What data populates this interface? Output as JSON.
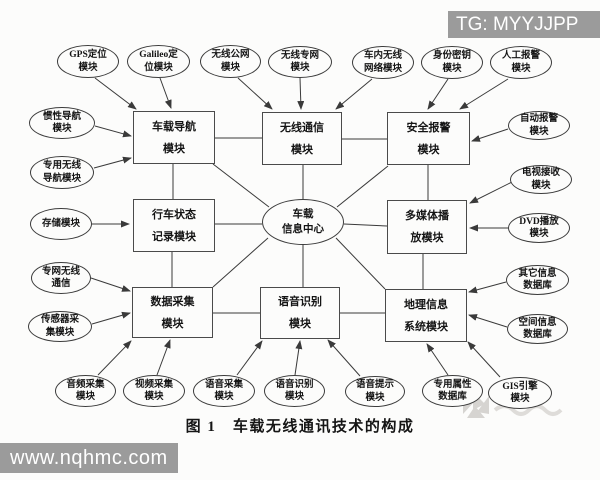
{
  "watermarks": {
    "top": "TG: MYYJJPP",
    "bottom": "www.nqhmc.com"
  },
  "caption": "图 1　车载无线通讯技术的构成",
  "colors": {
    "line": "#3a3a3a",
    "node_border": "#3c3c3c",
    "watermark_bg": "#9b9b9b",
    "watermark_text": "#ffffff",
    "background": "#fcfcfb"
  },
  "diagram": {
    "center": {
      "label": "车载\n信息中心"
    },
    "modules": [
      {
        "id": "vehicle-nav",
        "label": "车载导航\n模块"
      },
      {
        "id": "wireless-comm",
        "label": "无线通信\n模块"
      },
      {
        "id": "security-alarm",
        "label": "安全报警\n模块"
      },
      {
        "id": "driving-record",
        "label": "行车状态\n记录模块"
      },
      {
        "id": "multimedia-play",
        "label": "多媒体播\n放模块"
      },
      {
        "id": "data-acquisition",
        "label": "数据采集\n模块"
      },
      {
        "id": "speech-recognition",
        "label": "语音识别\n模块"
      },
      {
        "id": "gis-system",
        "label": "地理信息\n系统模块"
      }
    ],
    "satellites": [
      {
        "id": "gps-positioning",
        "label": "GPS定位\n模块"
      },
      {
        "id": "galileo-positioning",
        "label": "Galileo定\n位模块"
      },
      {
        "id": "wireless-public-net",
        "label": "无线公网\n模块"
      },
      {
        "id": "wireless-private-net",
        "label": "无线专网\n模块"
      },
      {
        "id": "invehicle-wireless-net",
        "label": "车内无线\n网络模块"
      },
      {
        "id": "identity-key",
        "label": "身份密钥\n模块"
      },
      {
        "id": "manual-alarm",
        "label": "人工报警\n模块"
      },
      {
        "id": "inertial-nav",
        "label": "惯性导航\n模块"
      },
      {
        "id": "dedicated-wireless-nav",
        "label": "专用无线\n导航模块"
      },
      {
        "id": "storage",
        "label": "存储模块"
      },
      {
        "id": "private-net-comm",
        "label": "专网无线\n通信"
      },
      {
        "id": "sensor-capture",
        "label": "传感器采\n集模块"
      },
      {
        "id": "auto-alarm",
        "label": "自动报警\n模块"
      },
      {
        "id": "tv-receive",
        "label": "电视接收\n模块"
      },
      {
        "id": "dvd-play",
        "label": "DVD播放\n模块"
      },
      {
        "id": "other-info-db",
        "label": "其它信息\n数据库"
      },
      {
        "id": "spatial-info-db",
        "label": "空间信息\n数据库"
      },
      {
        "id": "audio-capture",
        "label": "音频采集\n模块"
      },
      {
        "id": "video-capture",
        "label": "视频采集\n模块"
      },
      {
        "id": "voice-capture",
        "label": "语音采集\n模块"
      },
      {
        "id": "voice-recognition",
        "label": "语音识别\n模块"
      },
      {
        "id": "voice-prompt",
        "label": "语音提示\n模块"
      },
      {
        "id": "dedicated-attr-db",
        "label": "专用属性\n数据库"
      },
      {
        "id": "gis-engine",
        "label": "GIS引擎\n模块"
      }
    ]
  }
}
